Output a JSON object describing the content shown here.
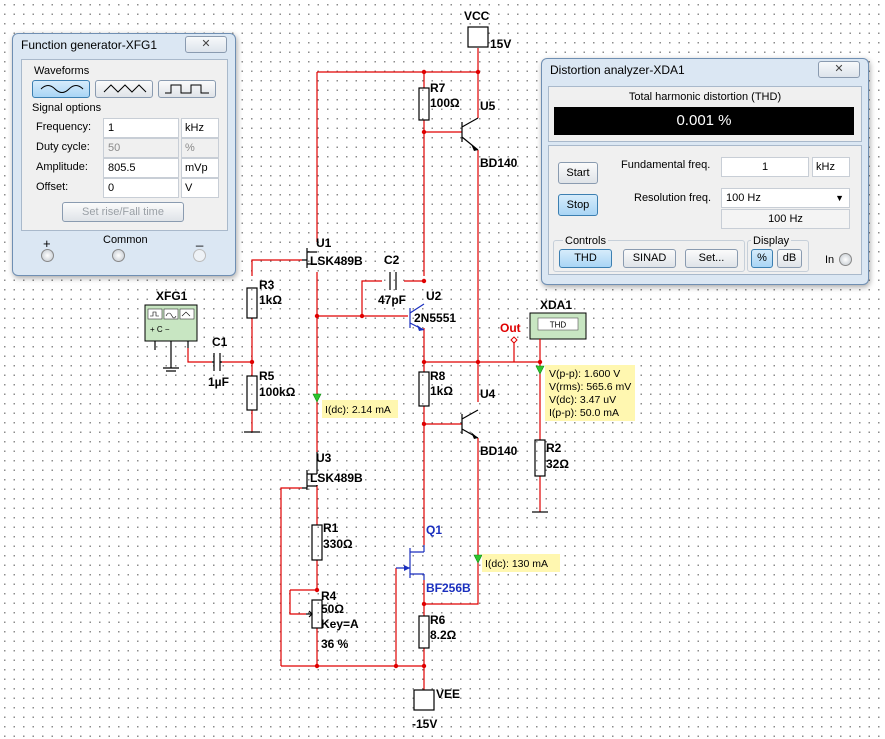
{
  "schematic": {
    "vcc": {
      "name": "VCC",
      "value": "15V"
    },
    "vee": {
      "name": "VEE",
      "value": "-15V"
    },
    "r7": {
      "ref": "R7",
      "value": "100Ω"
    },
    "u5": {
      "ref": "U5",
      "part": "BD140"
    },
    "u1": {
      "ref": "U1",
      "part": "LSK489B"
    },
    "r3": {
      "ref": "R3",
      "value": "1kΩ"
    },
    "c2": {
      "ref": "C2",
      "value": "47pF"
    },
    "u2": {
      "ref": "U2",
      "part": "2N5551"
    },
    "xfg1": {
      "ref": "XFG1"
    },
    "c1": {
      "ref": "C1",
      "value": "1µF"
    },
    "r5": {
      "ref": "R5",
      "value": "100kΩ"
    },
    "r8": {
      "ref": "R8",
      "value": "1kΩ"
    },
    "u4": {
      "ref": "U4",
      "part": "BD140"
    },
    "xda1": {
      "ref": "XDA1",
      "screen": "THD"
    },
    "out_label": "Out",
    "r2": {
      "ref": "R2",
      "value": "32Ω"
    },
    "u3": {
      "ref": "U3",
      "part": "LSK489B"
    },
    "r1": {
      "ref": "R1",
      "value": "330Ω"
    },
    "r4": {
      "ref": "R4",
      "value": "50Ω",
      "key": "Key=A",
      "percent": "36 %"
    },
    "q1": {
      "ref": "Q1",
      "part": "BF256B"
    },
    "r6": {
      "ref": "R6",
      "value": "8.2Ω"
    },
    "probe_idc1": "I(dc): 2.14 mA",
    "probe_idc2": "I(dc): 130 mA",
    "probe_out": [
      "V(p-p): 1.600 V",
      "V(rms): 565.6 mV",
      "V(dc): 3.47 uV",
      "I(p-p): 50.0 mA"
    ],
    "colors": {
      "wire": "#e00000",
      "part": "#000000",
      "jfet": "#1a2fbf",
      "probe": "#fff7b0"
    }
  },
  "function_generator": {
    "title": "Function generator-XFG1",
    "close": "✕",
    "waveforms_label": "Waveforms",
    "waveform_selected": "sine",
    "signal_options_label": "Signal options",
    "rows": [
      {
        "label": "Frequency:",
        "value": "1",
        "unit": "kHz"
      },
      {
        "label": "Duty cycle:",
        "value": "50",
        "unit": "%"
      },
      {
        "label": "Amplitude:",
        "value": "805.5",
        "unit": "mVp"
      },
      {
        "label": "Offset:",
        "value": "0",
        "unit": "V"
      }
    ],
    "rise_fall_button": "Set rise/Fall time",
    "terminals": {
      "plus": "+",
      "common": "Common",
      "minus": "_"
    }
  },
  "distortion_analyzer": {
    "title": "Distortion analyzer-XDA1",
    "close": "✕",
    "thd_header": "Total harmonic distortion (THD)",
    "thd_value": "0.001 %",
    "start_button": "Start",
    "stop_button": "Stop",
    "fundamental_label": "Fundamental freq.",
    "fundamental_value": "1",
    "fundamental_unit": "kHz",
    "resolution_label": "Resolution freq.",
    "resolution_selected": "100 Hz",
    "resolution_readout": "100 Hz",
    "controls_label": "Controls",
    "thd_button": "THD",
    "sinad_button": "SINAD",
    "set_button": "Set...",
    "display_label": "Display",
    "percent_button": "%",
    "db_button": "dB",
    "in_label": "In"
  }
}
